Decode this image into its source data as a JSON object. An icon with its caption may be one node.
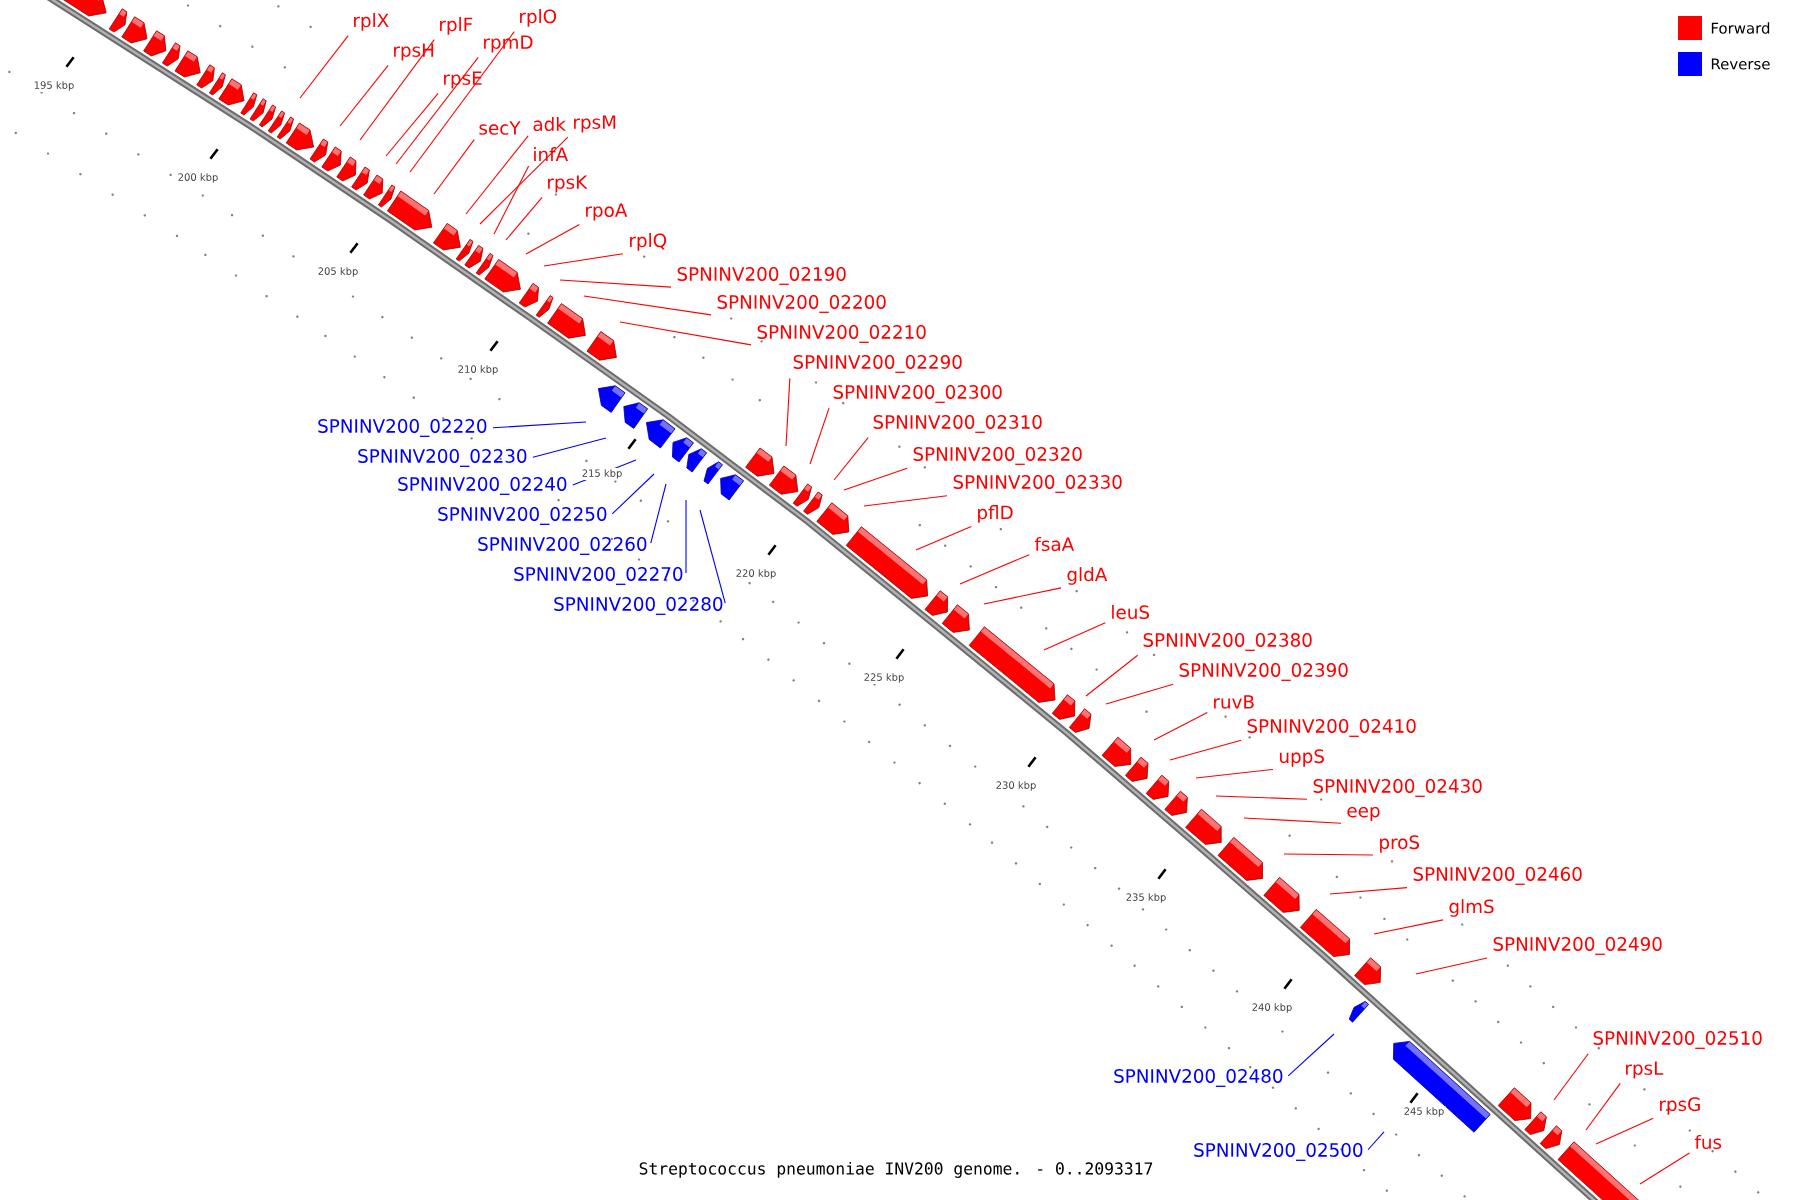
{
  "diagram": {
    "caption": "Streptococcus pneumoniae INV200 genome. - 0..2093317",
    "nodes": [
      {
        "text": [
          "rplO"
        ]
      },
      {
        "text": [
          "rplX"
        ]
      },
      {
        "text": [
          "rplF"
        ]
      },
      {
        "text": [
          "rpmD"
        ]
      },
      {
        "text": [
          "rpsH"
        ]
      },
      {
        "text": [
          "rpsE"
        ]
      },
      {
        "text": [
          "adk"
        ]
      },
      {
        "text": [
          "rpsM"
        ]
      },
      {
        "text": [
          "secY"
        ]
      },
      {
        "text": [
          "infA"
        ]
      },
      {
        "text": [
          "rpsK"
        ]
      },
      {
        "text": [
          "rpoA"
        ]
      },
      {
        "text": [
          "rplQ"
        ]
      },
      {
        "text": [
          "SPNINV200_02190"
        ]
      },
      {
        "text": [
          "SPNINV200_02200"
        ]
      },
      {
        "text": [
          "SPNINV200_02210"
        ]
      },
      {
        "text": [
          "SPNINV200_02290"
        ]
      },
      {
        "text": [
          "SPNINV200_02300"
        ]
      },
      {
        "text": [
          "SPNINV200_02310"
        ]
      },
      {
        "text": [
          "SPNINV200_02220"
        ]
      },
      {
        "text": [
          "SPNINV200_02320"
        ]
      },
      {
        "text": [
          "SPNINV200_02230"
        ]
      },
      {
        "text": [
          "SPNINV200_02330"
        ]
      },
      {
        "text": [
          "SPNINV200_02240"
        ]
      },
      {
        "text": [
          "pflD"
        ]
      },
      {
        "text": [
          "SPNINV200_02250"
        ]
      },
      {
        "text": [
          "fsaA"
        ]
      },
      {
        "text": [
          "SPNINV200_02260"
        ]
      },
      {
        "text": [
          "gldA"
        ]
      },
      {
        "text": [
          "SPNINV200_02270"
        ]
      },
      {
        "text": [
          "SPNINV200_02280"
        ]
      },
      {
        "text": [
          "leuS"
        ]
      },
      {
        "text": [
          "SPNINV200_02380"
        ]
      },
      {
        "text": [
          "SPNINV200_02390"
        ]
      },
      {
        "text": [
          "ruvB"
        ]
      },
      {
        "text": [
          "SPNINV200_02410"
        ]
      },
      {
        "text": [
          "uppS"
        ]
      },
      {
        "text": [
          "SPNINV200_02430"
        ]
      },
      {
        "text": [
          "eep"
        ]
      },
      {
        "text": [
          "proS"
        ]
      },
      {
        "text": [
          "SPNINV200_02460"
        ]
      },
      {
        "text": [
          "glmS"
        ]
      },
      {
        "text": [
          "SPNINV200_02490"
        ]
      },
      {
        "text": [
          "SPNINV200_02510"
        ]
      },
      {
        "text": [
          "rpsL"
        ]
      },
      {
        "text": [
          "SPNINV200_02480"
        ]
      },
      {
        "text": [
          "rpsG"
        ]
      },
      {
        "text": [
          "fus"
        ]
      },
      {
        "text": [
          "SPNINV200_02500"
        ]
      }
    ],
    "edges": [
      {
        "from": 0,
        "to": null,
        "arrow": "none"
      },
      {
        "from": 1,
        "to": null,
        "arrow": "none"
      },
      {
        "from": 2,
        "to": null,
        "arrow": "none"
      },
      {
        "from": 3,
        "to": null,
        "arrow": "none"
      },
      {
        "from": 4,
        "to": null,
        "arrow": "none"
      },
      {
        "from": 5,
        "to": null,
        "arrow": "none"
      },
      {
        "from": 6,
        "to": null,
        "arrow": "none"
      },
      {
        "from": 7,
        "to": null,
        "arrow": "none"
      },
      {
        "from": 8,
        "to": null,
        "arrow": "none"
      },
      {
        "from": 9,
        "to": null,
        "arrow": "none"
      },
      {
        "from": 10,
        "to": null,
        "arrow": "none"
      },
      {
        "from": 11,
        "to": null,
        "arrow": "none"
      },
      {
        "from": 12,
        "to": null,
        "arrow": "none"
      },
      {
        "from": 13,
        "to": null,
        "arrow": "none"
      },
      {
        "from": 14,
        "to": null,
        "arrow": "none"
      },
      {
        "from": 15,
        "to": null,
        "arrow": "none"
      },
      {
        "from": 16,
        "to": null,
        "arrow": "none"
      },
      {
        "from": 17,
        "to": null,
        "arrow": "none"
      },
      {
        "from": 18,
        "to": null,
        "arrow": "none"
      },
      {
        "from": 19,
        "to": null,
        "arrow": "none",
        "color": "#0000ff"
      },
      {
        "from": 20,
        "to": null,
        "arrow": "none"
      },
      {
        "from": 21,
        "to": null,
        "arrow": "none",
        "color": "#0000ff"
      },
      {
        "from": 22,
        "to": null,
        "arrow": "none"
      },
      {
        "from": 23,
        "to": null,
        "arrow": "none",
        "color": "#0000ff"
      },
      {
        "from": 24,
        "to": null,
        "arrow": "none"
      },
      {
        "from": 25,
        "to": null,
        "arrow": "none",
        "color": "#0000ff"
      },
      {
        "from": 26,
        "to": null,
        "arrow": "none"
      },
      {
        "from": 27,
        "to": null,
        "arrow": "none",
        "color": "#0000ff"
      },
      {
        "from": 28,
        "to": null,
        "arrow": "none"
      },
      {
        "from": 29,
        "to": null,
        "arrow": "none",
        "color": "#0000ff"
      },
      {
        "from": 30,
        "to": null,
        "arrow": "none",
        "color": "#0000ff"
      },
      {
        "from": 31,
        "to": null,
        "arrow": "none"
      },
      {
        "from": 32,
        "to": null,
        "arrow": "none"
      },
      {
        "from": 33,
        "to": null,
        "arrow": "none"
      },
      {
        "from": 34,
        "to": null,
        "arrow": "none"
      },
      {
        "from": 35,
        "to": null,
        "arrow": "none"
      },
      {
        "from": 36,
        "to": null,
        "arrow": "none"
      },
      {
        "from": 37,
        "to": null,
        "arrow": "none"
      },
      {
        "from": 38,
        "to": null,
        "arrow": "none"
      },
      {
        "from": 39,
        "to": null,
        "arrow": "none"
      },
      {
        "from": 40,
        "to": null,
        "arrow": "none"
      },
      {
        "from": 41,
        "to": null,
        "arrow": "none"
      },
      {
        "from": 42,
        "to": null,
        "arrow": "none"
      },
      {
        "from": 43,
        "to": null,
        "arrow": "none"
      },
      {
        "from": 44,
        "to": null,
        "arrow": "none"
      },
      {
        "from": 45,
        "to": null,
        "arrow": "none",
        "color": "#0000ff"
      },
      {
        "from": 46,
        "to": null,
        "arrow": "none"
      },
      {
        "from": 47,
        "to": null,
        "arrow": "none"
      },
      {
        "from": 48,
        "to": null,
        "arrow": "none",
        "color": "#0000ff"
      }
    ],
    "labels": [
      "195 kbp",
      "200 kbp",
      "205 kbp",
      "210 kbp",
      "215 kbp",
      "220 kbp",
      "225 kbp",
      "230 kbp",
      "235 kbp",
      "240 kbp",
      "245 kbp"
    ],
    "legend": [
      {
        "text": "Forward",
        "color": "#ff0000"
      },
      {
        "text": "Reverse",
        "color": "#0000ff"
      }
    ]
  }
}
